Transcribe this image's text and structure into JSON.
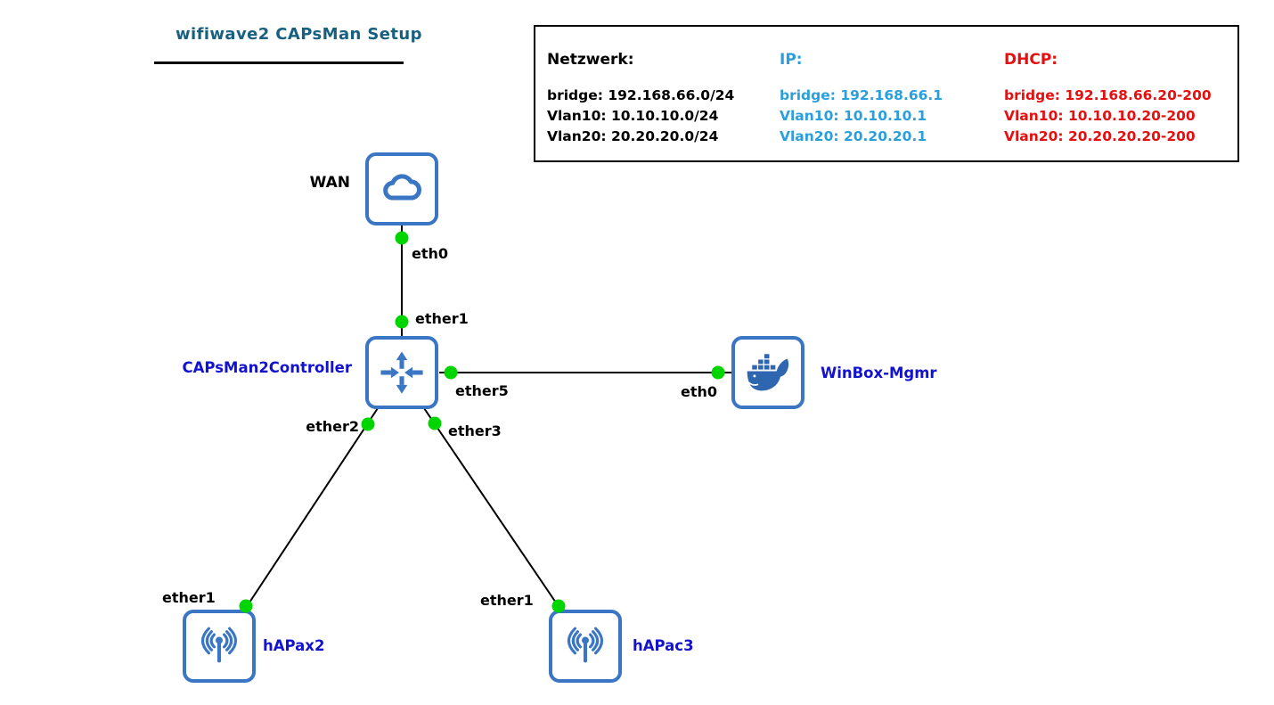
{
  "title": {
    "text": "wifiwave2 CAPsMan Setup",
    "color": "#17607f"
  },
  "info_box": {
    "columns": [
      {
        "header": "Netzwerk:",
        "color": "#000000",
        "rows": [
          "bridge: 192.168.66.0/24",
          "Vlan10: 10.10.10.0/24",
          "Vlan20: 20.20.20.0/24"
        ]
      },
      {
        "header": "IP:",
        "color": "#2b9fdc",
        "rows": [
          "bridge: 192.168.66.1",
          "Vlan10: 10.10.10.1",
          "Vlan20: 20.20.20.1"
        ]
      },
      {
        "header": "DHCP:",
        "color": "#e60f0f",
        "rows": [
          "bridge: 192.168.66.20-200",
          "Vlan10: 10.10.10.20-200",
          "Vlan20: 20.20.20.20-200"
        ]
      }
    ]
  },
  "nodes": [
    {
      "id": "wan",
      "label": "WAN",
      "type": "cloud",
      "label_color": "#000000"
    },
    {
      "id": "capsman2controller",
      "label": "CAPsMan2Controller",
      "type": "switch",
      "label_color": "#1212cf"
    },
    {
      "id": "winbox-mgmr",
      "label": "WinBox-Mgmr",
      "type": "docker",
      "label_color": "#1212cf"
    },
    {
      "id": "hapax2",
      "label": "hAPax2",
      "type": "wireless-ap",
      "label_color": "#1212cf"
    },
    {
      "id": "hapac3",
      "label": "hAPac3",
      "type": "wireless-ap",
      "label_color": "#1212cf"
    }
  ],
  "links": [
    {
      "from": "WAN",
      "from_port": "eth0",
      "to": "CAPsMan2Controller",
      "to_port": "ether1"
    },
    {
      "from": "CAPsMan2Controller",
      "from_port": "ether5",
      "to": "WinBox-Mgmr",
      "to_port": "eth0"
    },
    {
      "from": "CAPsMan2Controller",
      "from_port": "ether2",
      "to": "hAPax2",
      "to_port": "ether1"
    },
    {
      "from": "CAPsMan2Controller",
      "from_port": "ether3",
      "to": "hAPac3",
      "to_port": "ether1"
    }
  ],
  "colors": {
    "node_border": "#3a76c4",
    "icon_blue": "#3a76c4",
    "docker_blue": "#2e66b0",
    "link_line": "#000000",
    "port_dot": "#00d500",
    "background": "#ffffff"
  }
}
